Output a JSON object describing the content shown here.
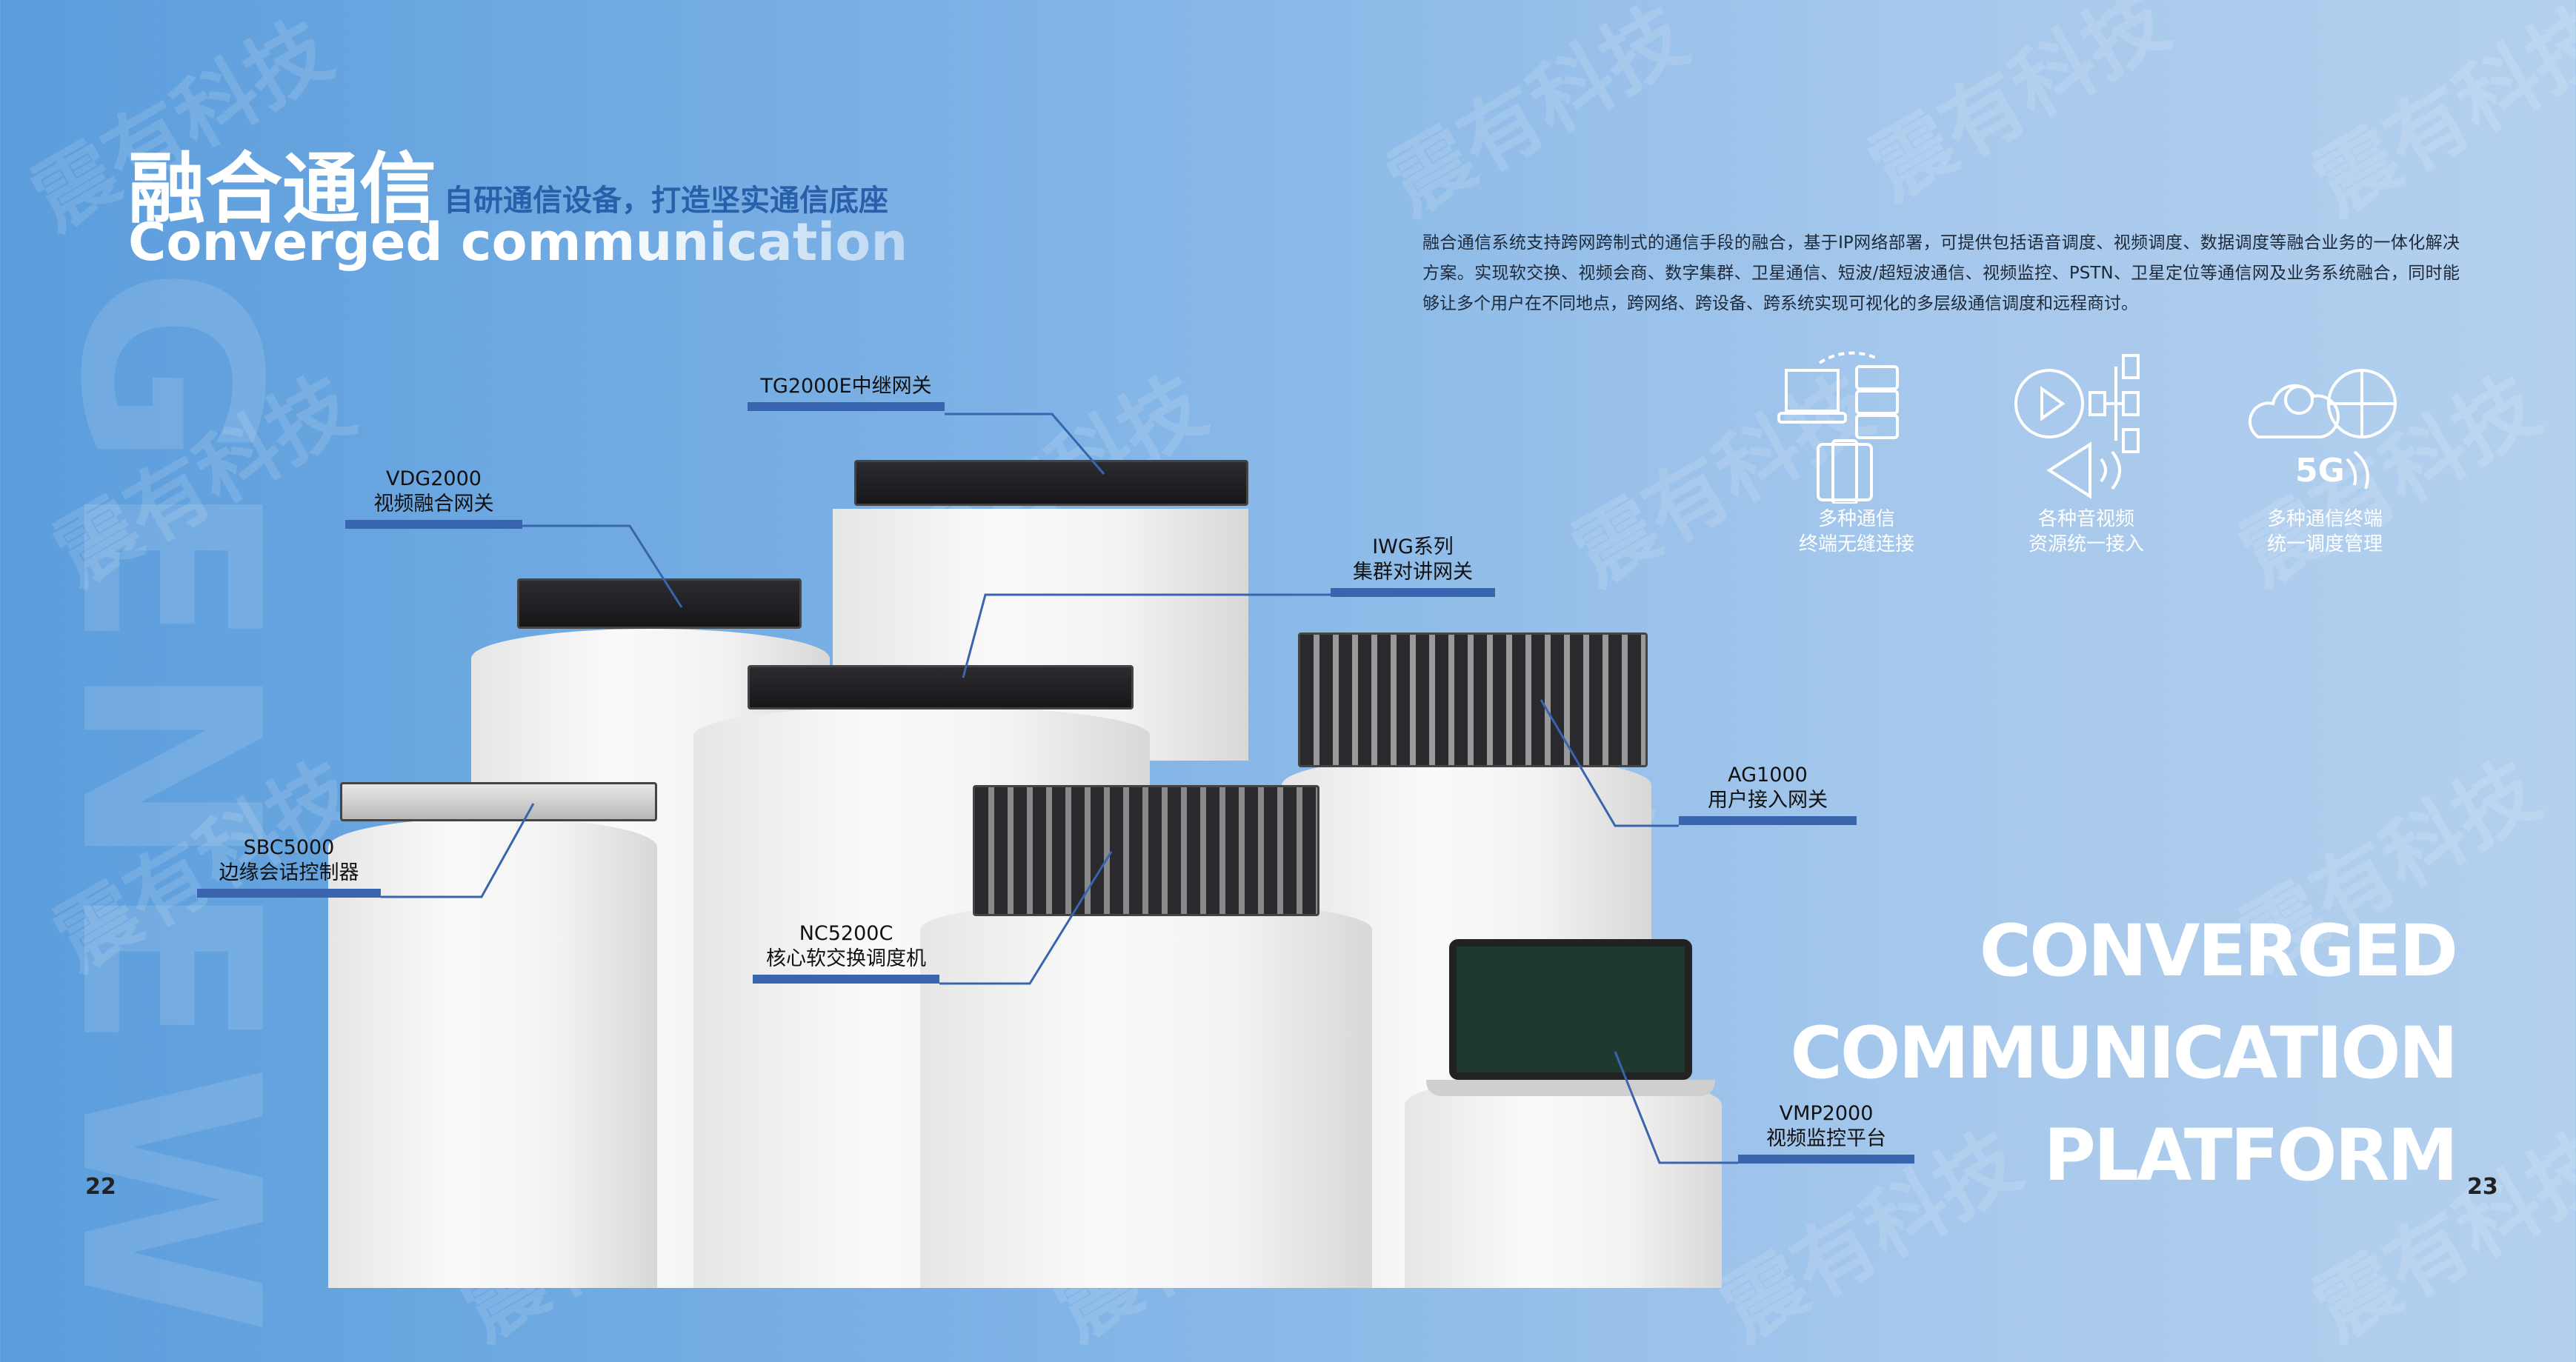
{
  "watermark": "震有科技",
  "logo_watermark": "GENEW",
  "header": {
    "title_cn": "融合通信",
    "subtitle_cn": "自研通信设备，打造坚实通信底座",
    "title_en": "Converged communication"
  },
  "intro": "融合通信系统支持跨网跨制式的通信手段的融合，基于IP网络部署，可提供包括语音调度、视频调度、数据调度等融合业务的一体化解决方案。实现软交换、视频会商、数字集群、卫星通信、短波/超短波通信、视频监控、PSTN、卫星定位等通信网及业务系统融合，同时能够让多个用户在不同地点，跨网络、跨设备、跨系统实现可视化的多层级通信调度和远程商讨。",
  "features": [
    {
      "icon": "devices-icon",
      "line1": "多种通信",
      "line2": "终端无缝连接"
    },
    {
      "icon": "media-icon",
      "line1": "各种音视频",
      "line2": "资源统一接入"
    },
    {
      "icon": "cloud-5g-icon",
      "line1": "多种通信终端",
      "line2": "统一调度管理",
      "badge": "5G"
    }
  ],
  "products": [
    {
      "id": "tg",
      "model": "TG2000E中继网关",
      "name": ""
    },
    {
      "id": "vdg",
      "model": "VDG2000",
      "name": "视频融合网关"
    },
    {
      "id": "iwg",
      "model": "IWG系列",
      "name": "集群对讲网关"
    },
    {
      "id": "ag",
      "model": "AG1000",
      "name": "用户接入网关"
    },
    {
      "id": "sbc",
      "model": "SBC5000",
      "name": "边缘会话控制器"
    },
    {
      "id": "nc",
      "model": "NC5200C",
      "name": "核心软交换调度机"
    },
    {
      "id": "vmp",
      "model": "VMP2000",
      "name": "视频监控平台"
    }
  ],
  "platform": {
    "line1": "CONVERGED",
    "line2": "COMMUNICATION",
    "line3": "PLATFORM"
  },
  "pages": {
    "left": "22",
    "right": "23"
  },
  "colors": {
    "accent": "#3865ad",
    "subtitle": "#2a60aa"
  }
}
